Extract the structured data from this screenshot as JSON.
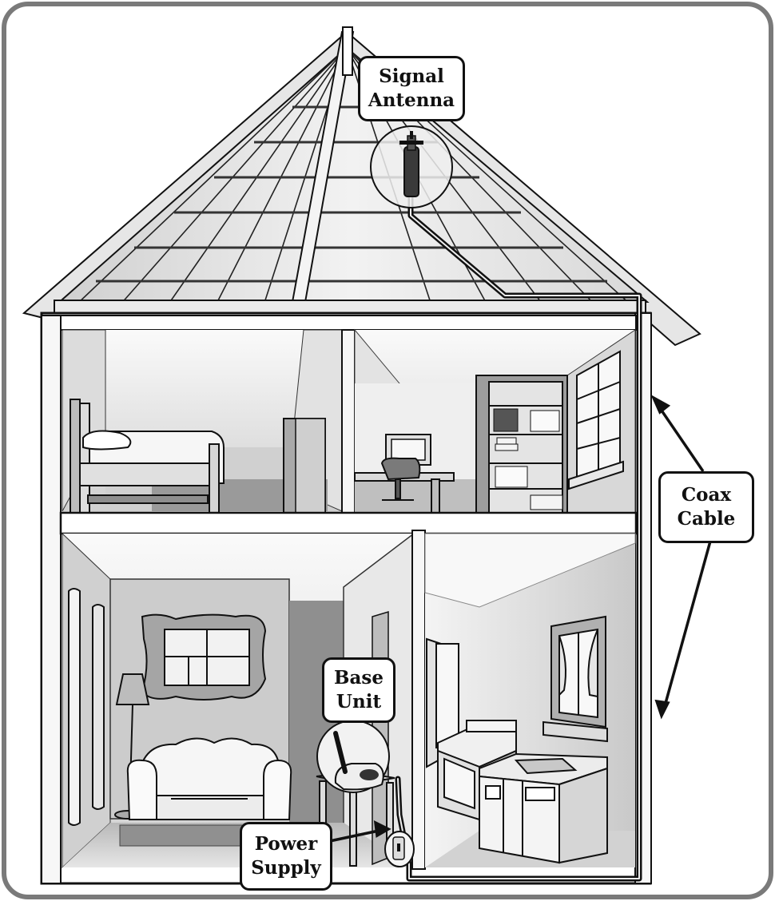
{
  "labels": {
    "antenna": [
      "Signal",
      "Antenna"
    ],
    "coax": [
      "Coax",
      "Cable"
    ],
    "base": [
      "Base",
      "Unit"
    ],
    "power": [
      "Power",
      "Supply"
    ]
  },
  "colors": {
    "frame": "#777777",
    "outline": "#111111",
    "wall_light": "#f2f2f2",
    "wall_mid": "#d4d4d4",
    "wall_dark": "#a8a8a8",
    "roof": "#e8e8e8"
  },
  "icons": [
    "antenna-icon",
    "base-unit-icon",
    "power-supply-icon",
    "coax-cable-icon"
  ]
}
